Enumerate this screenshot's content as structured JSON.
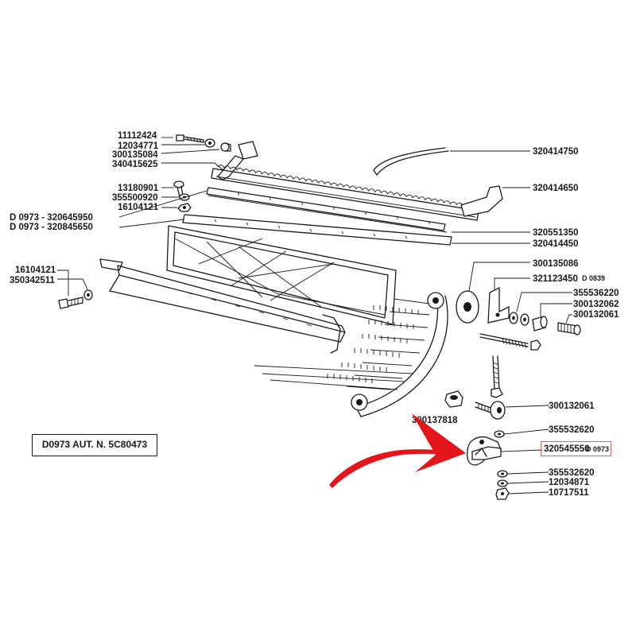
{
  "title_box": "D0973 AUT. N. 5C80473",
  "labels": {
    "p11112424": "11112424",
    "p12034771": "12034771",
    "p300135084": "300135084",
    "p340415625": "340415625",
    "p13180901": "13180901",
    "p355500920": "355500920",
    "p16104121a": "16104121",
    "p320645950": "D 0973 - 320645950",
    "p320845650": "D 0973 - 320845650",
    "p16104121b": "16104121",
    "p350342511": "350342511",
    "p320414750": "320414750",
    "p320414650": "320414650",
    "p320551350": "320551350",
    "p320414450": "320414450",
    "p300135086": "300135086",
    "p321123450": "321123450",
    "p321123450_code": "D 0839",
    "p355536220": "355536220",
    "p300132062": "300132062",
    "p300132061a": "300132061",
    "p300132061b": "300132061",
    "p300137818": "300137818",
    "p355532620a": "355532620",
    "p320545550": "320545550",
    "p320545550_code": "D 0973",
    "p355532620b": "355532620",
    "p12034871": "12034871",
    "p10717511": "10717511"
  },
  "highlight": {
    "part": "320545550",
    "color": "#e06060"
  },
  "arrow": {
    "color": "#e4161b",
    "points_to": "320545550"
  }
}
